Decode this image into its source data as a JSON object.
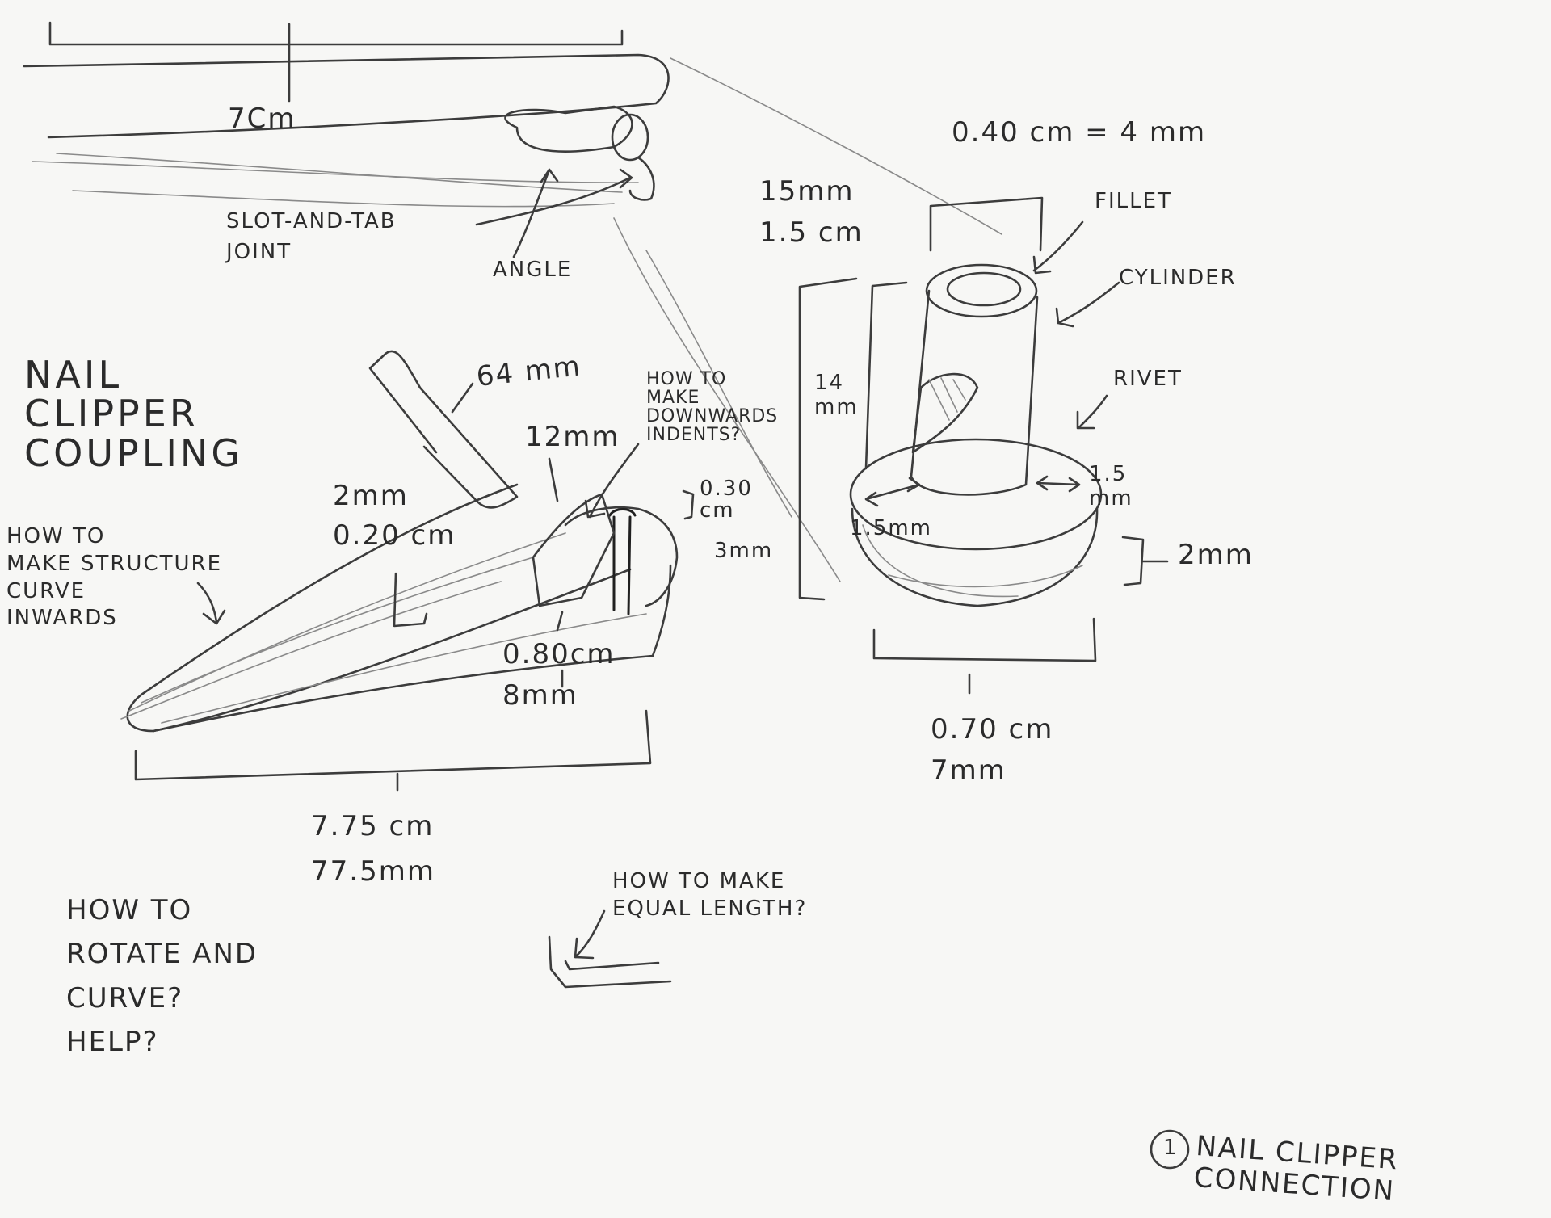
{
  "labels": {
    "top_length": "7Cm",
    "slot_tab": "SLOT-AND-TAB\nJOINT",
    "angle": "ANGLE",
    "radius": "0.40 cm = 4 mm",
    "width_15": "15mm\n1.5 cm",
    "fillet": "FILLET",
    "cylinder": "CYLINDER",
    "rivet": "RIVET",
    "height_14": "14\nmm",
    "gap_left": "1.5mm",
    "gap_right": "1.5\nmm",
    "base_height": "2mm",
    "base_width": "0.70 cm\n7mm",
    "title": "NAIL\nCLIPPER\nCOUPLING",
    "lever_length": "64 mm",
    "indent_width": "12mm",
    "downwards_question": "HOW TO\nMAKE\nDOWNWARDS\nINDENTS?",
    "depth_030": "0.30\ncm",
    "depth_3mm": "3mm",
    "thickness": "2mm\n0.20 cm",
    "curve_question": "HOW TO\nMAKE STRUCTURE\nCURVE\nINWARDS",
    "jaw_width": "0.80cm\n8mm",
    "total_length": "7.75 cm\n77.5mm",
    "equal_question": "HOW TO MAKE\nEQUAL LENGTH?",
    "rotate_question": "HOW TO\nROTATE AND\nCURVE?\nHELP?",
    "caption_number": "1",
    "caption": "NAIL CLIPPER\nCONNECTION"
  }
}
